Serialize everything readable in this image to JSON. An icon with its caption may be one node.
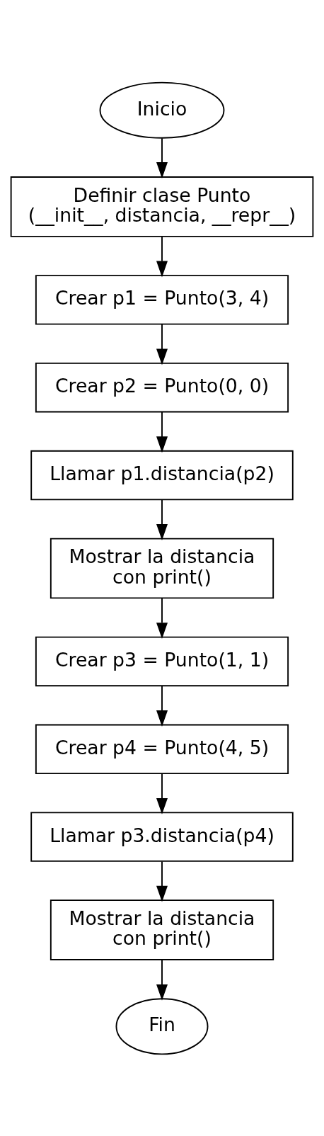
{
  "diagram": {
    "nodes": [
      {
        "text": [
          "Inicio"
        ]
      },
      {
        "text": [
          "Definir clase Punto (__init__, distancia, __repr__)"
        ]
      },
      {
        "text": [
          "Crear p1 = Punto(3, 4)"
        ]
      },
      {
        "text": [
          "Crear p2 = Punto(0, 0)"
        ]
      },
      {
        "text": [
          "Llamar p1.distancia(p2)"
        ]
      },
      {
        "text": [
          "Mostrar la distancia con print()"
        ]
      },
      {
        "text": [
          "Crear p3 = Punto(1, 1)"
        ]
      },
      {
        "text": [
          "Crear p4 = Punto(4, 5)"
        ]
      },
      {
        "text": [
          "Llamar p3.distancia(p4)"
        ]
      },
      {
        "text": [
          "Mostrar la distancia con print()"
        ]
      },
      {
        "text": [
          "Fin"
        ]
      }
    ],
    "edges": [
      {
        "from": 0,
        "to": 1,
        "arrow": "to"
      },
      {
        "from": 1,
        "to": 2,
        "arrow": "to"
      },
      {
        "from": 2,
        "to": 3,
        "arrow": "to"
      },
      {
        "from": 3,
        "to": 4,
        "arrow": "to"
      },
      {
        "from": 4,
        "to": 5,
        "arrow": "to"
      },
      {
        "from": 5,
        "to": 6,
        "arrow": "to"
      },
      {
        "from": 6,
        "to": 7,
        "arrow": "to"
      },
      {
        "from": 7,
        "to": 8,
        "arrow": "to"
      },
      {
        "from": 8,
        "to": 9,
        "arrow": "to"
      },
      {
        "from": 9,
        "to": 10,
        "arrow": "to"
      }
    ]
  }
}
